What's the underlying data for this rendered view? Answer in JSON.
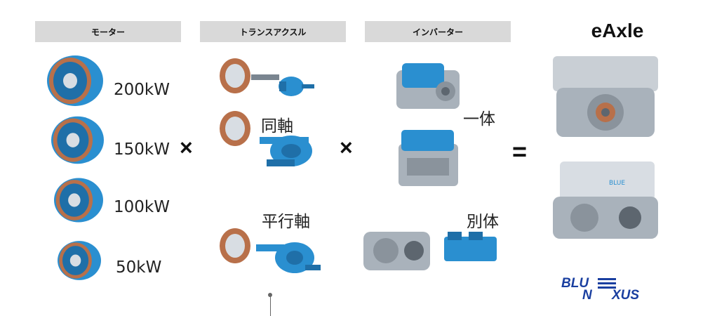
{
  "headers": {
    "motor": "モーター",
    "transaxle": "トランスアクスル",
    "inverter": "インバーター"
  },
  "title": "eAxle",
  "motor_outputs": [
    "200kW",
    "150kW",
    "100kW",
    "50kW"
  ],
  "transaxle_types": {
    "coaxial": "同軸",
    "parallel": "平行軸"
  },
  "inverter_types": {
    "integrated": "一体",
    "separate": "別体"
  },
  "operators": {
    "times": "×",
    "equals": "="
  },
  "logo": {
    "line1": "BLU",
    "line2": "N",
    "line3": "XUS",
    "brand_color": "#1a3fa0"
  },
  "colors": {
    "header_bg": "#d9d9d9",
    "motor_blue": "#2a8fd0",
    "copper": "#b8704a"
  }
}
